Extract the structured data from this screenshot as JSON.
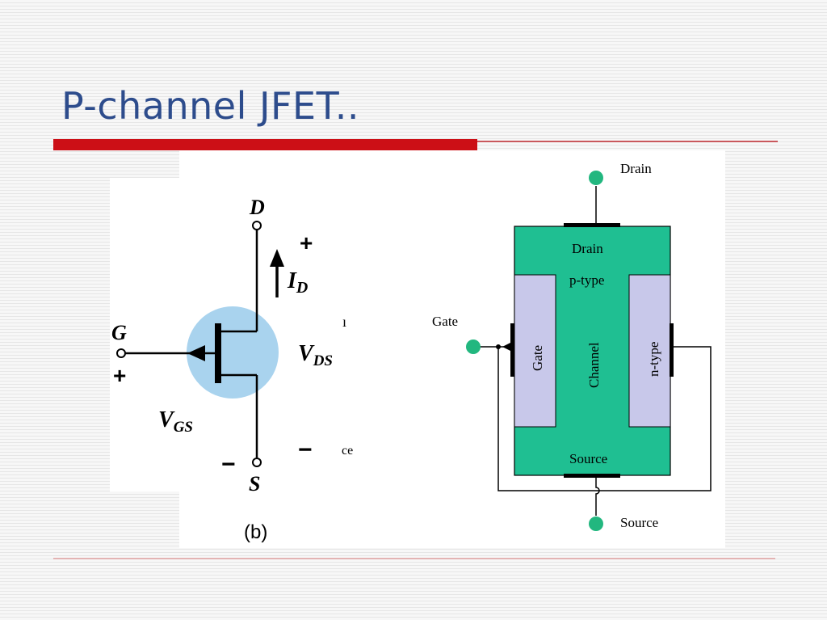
{
  "slide": {
    "title": "P-channel JFET.."
  },
  "symbol": {
    "drain_label": "D",
    "gate_label": "G",
    "source_label": "S",
    "plus": "+",
    "minus": "−",
    "id_main": "I",
    "id_sub": "D",
    "vds_main": "V",
    "vds_sub": "DS",
    "vgs_main": "V",
    "vgs_sub": "GS",
    "caption": "(b)",
    "fragment_1": "ı",
    "fragment_2": "ce",
    "symbol_fill": "#a9d3ee"
  },
  "structure": {
    "drain_terminal": "Drain",
    "drain_region": "Drain",
    "p_type": "p-type",
    "gate_terminal": "Gate",
    "gate_region": "Gate",
    "channel": "Channel",
    "n_type": "n-type",
    "source_region": "Source",
    "source_terminal": "Source",
    "body_color": "#1fbf92",
    "gate_region_color": "#c8c8ea",
    "terminal_color": "#22b77f"
  }
}
